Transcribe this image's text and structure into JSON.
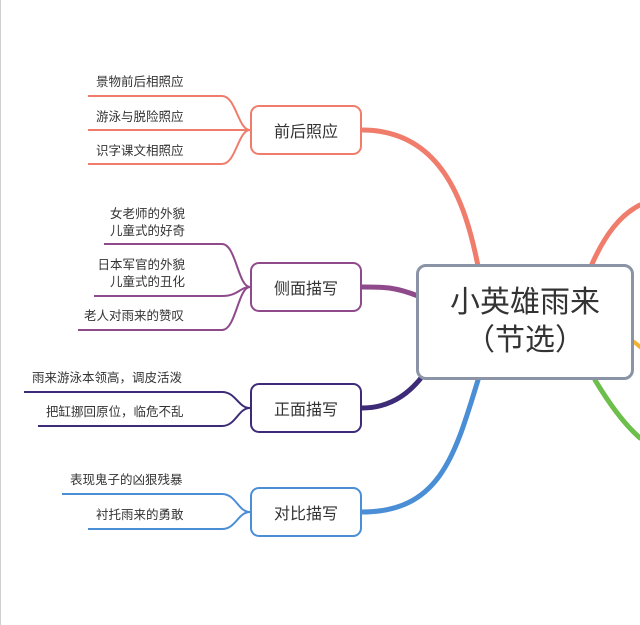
{
  "central_topic": {
    "title": "小英雄雨来",
    "subtitle": "（节选）"
  },
  "branch_colors": {
    "前后照应": "#f07d6c",
    "侧面描写": "#8f4a8c",
    "正面描写": "#3d2b77",
    "对比描写": "#4a8ed6",
    "hidden_right_top": "#f07d6c",
    "hidden_right_mid": "#f2b12f",
    "hidden_right_bottom": "#6cbf4a"
  },
  "branches": [
    {
      "label": "前后照应",
      "leaves": [
        {
          "lines": [
            "景物前后相照应"
          ]
        },
        {
          "lines": [
            "游泳与脱险照应"
          ]
        },
        {
          "lines": [
            "识字课文相照应"
          ]
        }
      ]
    },
    {
      "label": "侧面描写",
      "leaves": [
        {
          "lines": [
            "女老师的外貌",
            "儿童式的好奇"
          ]
        },
        {
          "lines": [
            "日本军官的外貌",
            "儿童式的丑化"
          ]
        },
        {
          "lines": [
            "老人对雨来的赞叹"
          ]
        }
      ]
    },
    {
      "label": "正面描写",
      "leaves": [
        {
          "lines": [
            "雨来游泳本领高，调皮活泼"
          ]
        },
        {
          "lines": [
            "把缸挪回原位，临危不乱"
          ]
        }
      ]
    },
    {
      "label": "对比描写",
      "leaves": [
        {
          "lines": [
            "表现鬼子的凶狠残暴"
          ]
        },
        {
          "lines": [
            "衬托雨来的勇敢"
          ]
        }
      ]
    }
  ]
}
